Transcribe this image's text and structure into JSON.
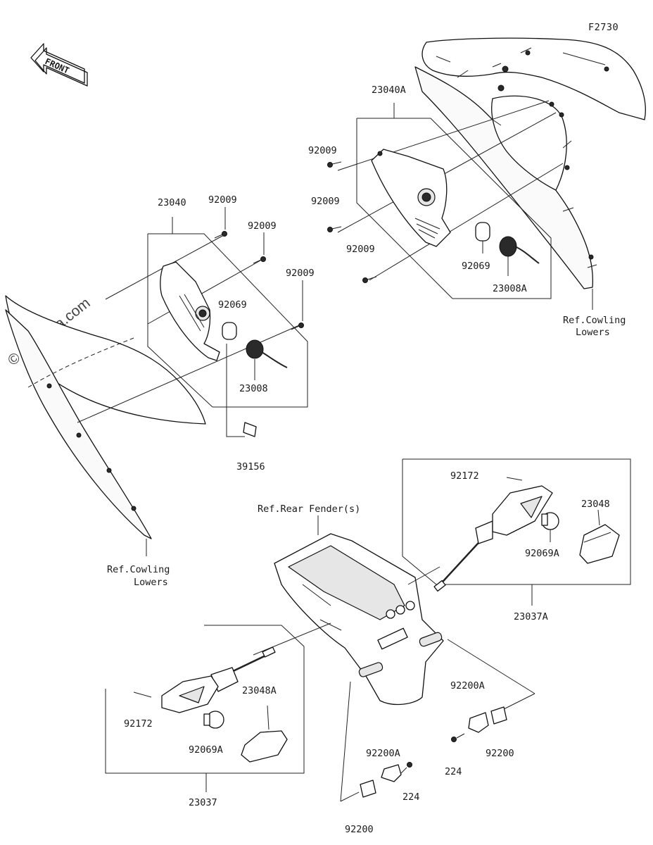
{
  "diagram_code": "F2730",
  "front_arrow_label": "FRONT",
  "watermark": "© Partzilla.com",
  "labels": {
    "a23040": "23040",
    "a23040A": "23040A",
    "b92009_1": "92009",
    "b92009_2": "92009",
    "b92009_3": "92009",
    "b92009_4": "92009",
    "b92009_5": "92009",
    "b92009_6": "92009",
    "b92069_1": "92069",
    "b92069_2": "92069",
    "c23008": "23008",
    "c23008A": "23008A",
    "d39156": "39156",
    "ref_cowling_r_1": "Ref.Cowling",
    "ref_cowling_r_2": "Lowers",
    "ref_cowling_l_1": "Ref.Cowling",
    "ref_cowling_l_2": "Lowers",
    "ref_rear_fender": "Ref.Rear Fender(s)",
    "e92172_1": "92172",
    "e92172_2": "92172",
    "f23048": "23048",
    "f23048A": "23048A",
    "g92069A_1": "92069A",
    "g92069A_2": "92069A",
    "h23037A": "23037A",
    "h23037": "23037",
    "i92200A_1": "92200A",
    "i92200A_2": "92200A",
    "j92200_1": "92200",
    "j92200_2": "92200",
    "k224_1": "224",
    "k224_2": "224"
  }
}
